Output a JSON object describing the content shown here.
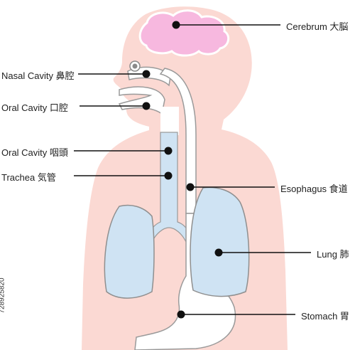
{
  "labels": {
    "cerebrum": "Cerebrum 大脳",
    "nasal_cavity": "Nasal Cavity 鼻腔",
    "oral_cavity": "Oral Cavity 口腔",
    "pharynx": "Oral Cavity 咽頭",
    "trachea": "Trachea 気管",
    "esophagus": "Esophagus 食道",
    "lung": "Lung 肺",
    "stomach": "Stomach 胃"
  },
  "stock_id": "728925820",
  "colors": {
    "body": "#fbd9d3",
    "body_outline": "#f3c4bb",
    "brain": "#f7b8df",
    "brain_outline": "#ffffff",
    "organ_blue": "#cfe3f3",
    "organ_outline": "#8f8f8f",
    "tract_white": "#ffffff",
    "leader": "#111111"
  }
}
